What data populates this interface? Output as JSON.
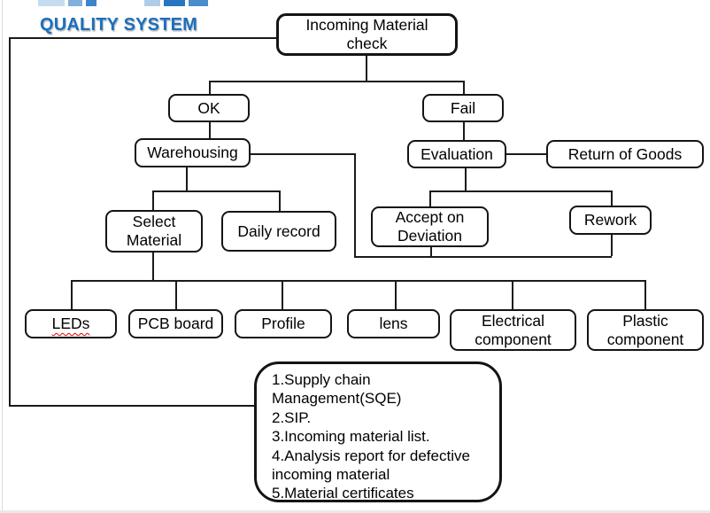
{
  "header": {
    "title": "QUALITY SYSTEM"
  },
  "colors": {
    "accent_blue": "#1b6fbe",
    "line_black": "#1a1a1a",
    "spellcheck_red": "#e00000",
    "page_edge_gray": "#dcdcdc"
  },
  "nodes": {
    "incoming": {
      "label": "Incoming Material check"
    },
    "ok": {
      "label": "OK"
    },
    "fail": {
      "label": "Fail"
    },
    "warehousing": {
      "label": "Warehousing"
    },
    "evaluation": {
      "label": "Evaluation"
    },
    "return_of_goods": {
      "label": "Return of Goods"
    },
    "select_material": {
      "label": "Select Material"
    },
    "daily_record": {
      "label": "Daily record"
    },
    "accept_on_deviation": {
      "label": "Accept on Deviation"
    },
    "rework": {
      "label": "Rework"
    },
    "leds": {
      "label": "LEDs"
    },
    "pcb_board": {
      "label": "PCB board"
    },
    "profile": {
      "label": "Profile"
    },
    "lens": {
      "label": "lens"
    },
    "electrical_component": {
      "label": "Electrical component"
    },
    "plastic_component": {
      "label": "Plastic component"
    }
  },
  "notes": {
    "lines": [
      "1.Supply chain",
      "Management(SQE)",
      "2.SIP.",
      "3.Incoming material list.",
      "4.Analysis report for defective",
      "incoming material",
      "5.Material certificates"
    ]
  }
}
